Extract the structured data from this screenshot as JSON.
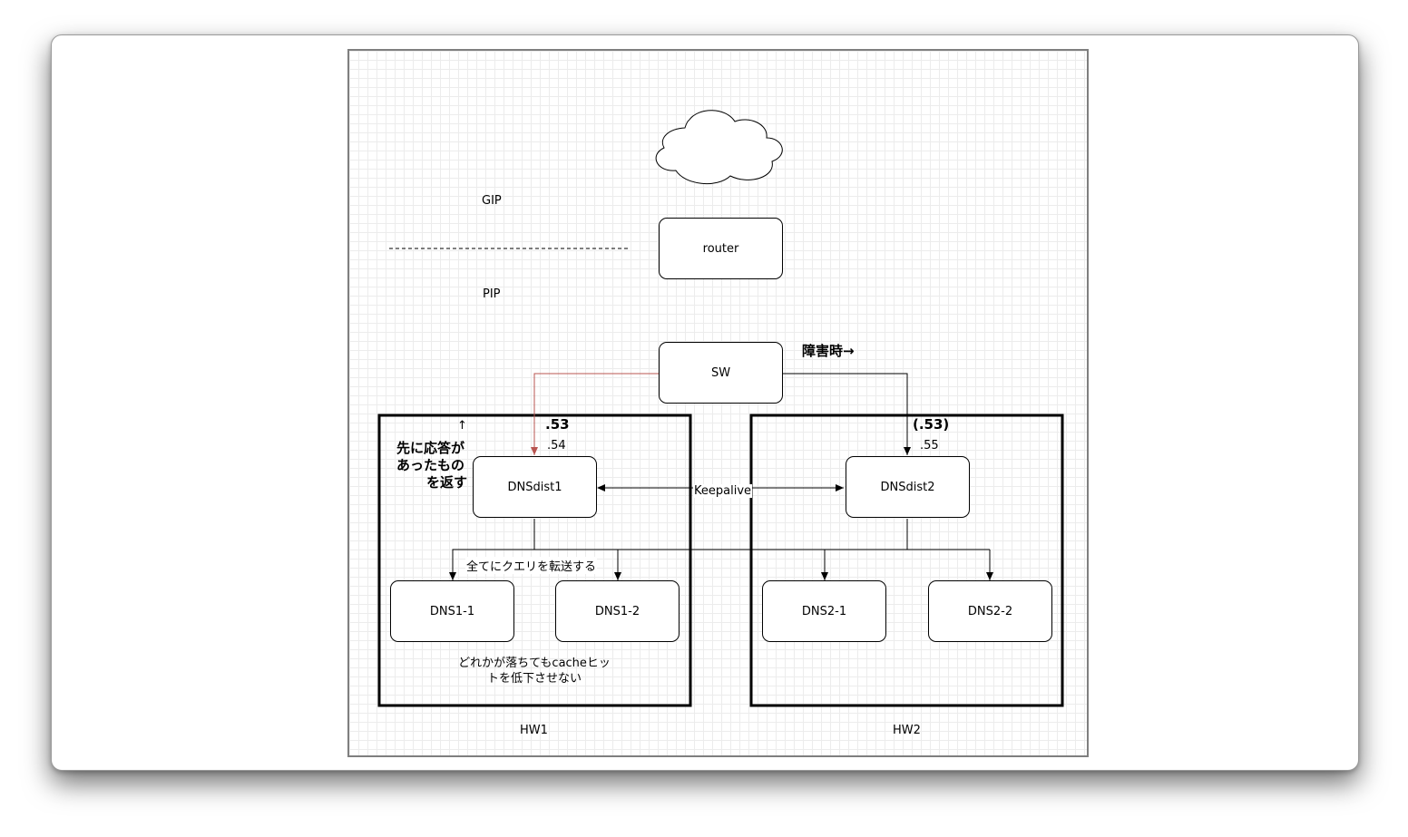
{
  "labels": {
    "gip": "GIP",
    "pip": "PIP",
    "failover": "障害時→",
    "up_arrow": "↑",
    "first_response_line1": "先に応答が",
    "first_response_line2": "あったもの",
    "first_response_line3": "を返す",
    "ip_53": ".53",
    "ip_54": ".54",
    "ip_53_paren": "(.53)",
    "ip_55": ".55",
    "keepalive": "Keepalive",
    "forward_all": "全てにクエリを転送する",
    "cache_line1": "どれかが落ちてもcacheヒッ",
    "cache_line2": "トを低下させない",
    "hw1": "HW1",
    "hw2": "HW2"
  },
  "nodes": {
    "router": "router",
    "sw": "SW",
    "dnsdist1": "DNSdist1",
    "dnsdist2": "DNSdist2",
    "dns1_1": "DNS1-1",
    "dns1_2": "DNS1-2",
    "dns2_1": "DNS2-1",
    "dns2_2": "DNS2-2"
  },
  "colors": {
    "active_link": "#b85450",
    "line": "#000000"
  }
}
